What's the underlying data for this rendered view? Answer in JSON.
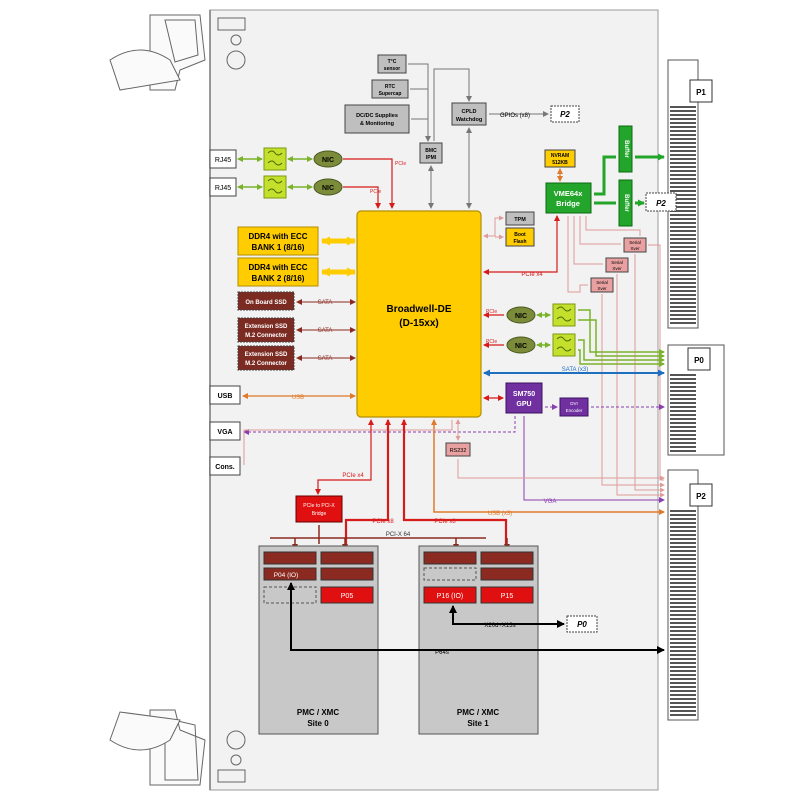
{
  "ports": {
    "rj45_1": "RJ45",
    "rj45_2": "RJ45",
    "usb": "USB",
    "vga": "VGA",
    "console": "Cons."
  },
  "memory": {
    "bank1_line1": "DDR4 with ECC",
    "bank1_line2": "BANK 1 (8/16)",
    "bank2_line1": "DDR4 with ECC",
    "bank2_line2": "BANK 2 (8/16)"
  },
  "storage": {
    "onboard_ssd": "On Board SSD",
    "ext1_line1": "Extension SSD",
    "ext1_line2": "M.2 Connector",
    "ext2_line1": "Extension SSD",
    "ext2_line2": "M.2 Connector",
    "sata": "SATA"
  },
  "blocks": {
    "cpu_line1": "Broadwell-DE",
    "cpu_line2": "(D-15xx)",
    "temp_line1": "T°C",
    "temp_line2": "sensor",
    "rtc_line1": "RTC",
    "rtc_line2": "Supercap",
    "dcdc_line1": "DC/DC Supplies",
    "dcdc_line2": "& Monitoring",
    "bmc_line1": "BMC",
    "bmc_line2": "IPMI",
    "cpld_line1": "CPLD",
    "cpld_line2": "Watchdog",
    "nvram_line1": "NVRAM",
    "nvram_line2": "512KB",
    "vme_line1": "VME64x",
    "vme_line2": "Bridge",
    "buffer": "Buffer",
    "tpm": "TPM",
    "boot_line1": "Boot",
    "boot_line2": "Flash",
    "xver1_line1": "Serial",
    "xver1_line2": "Xver",
    "xver2_line1": "Serial",
    "xver2_line2": "Xver",
    "xver3_line1": "Serial",
    "xver3_line2": "Xver",
    "nic": "NIC",
    "gpu_line1": "SM750",
    "gpu_line2": "GPU",
    "dvi_line1": "DVI",
    "dvi_line2": "Encoder",
    "rs232": "RS232",
    "pci_bridge_line1": "PCIe to PCI-X",
    "pci_bridge_line2": "Bridge"
  },
  "connectors": {
    "p1": "P1",
    "p0": "P0",
    "p2": "P2",
    "p2_tag": "P2",
    "p2_tag2": "P2",
    "p0_tag": "P0"
  },
  "links": {
    "pcie": "PCIe",
    "pcie_x4": "PCIe x4",
    "pcie_x4b": "PCIe x4",
    "pcie_x8a": "PCIe x8",
    "pcie_x8b": "PCIe x8",
    "pcix": "PCI-X 64",
    "gpios": "GPIOs (x8)",
    "sata_x3": "SATA (x3)",
    "usb": "USB",
    "usb_x3": "USB (x3)",
    "vga": "VGA",
    "x20d": "X20d+X13s",
    "p64s": "P64s"
  },
  "sites": {
    "site0_p04": "P04 (IO)",
    "site0_p05": "P05",
    "site0_line1": "PMC / XMC",
    "site0_line2": "Site 0",
    "site1_p16": "P16 (IO)",
    "site1_p15": "P15",
    "site1_line1": "PMC / XMC",
    "site1_line2": "Site 1"
  },
  "colors": {
    "cpu": "#ffcc00",
    "memory": "#ffcc00",
    "storage": "#7b2b22",
    "nic": "#7a8b3a",
    "vme": "#22a52a",
    "gpu": "#7030a0",
    "pcie_red": "#d71a1a",
    "sata_blue": "#1f6fc0",
    "usb_orange": "#e07a2a",
    "vga_purple": "#8a3fb0",
    "site_gray": "#c8c8c8"
  }
}
